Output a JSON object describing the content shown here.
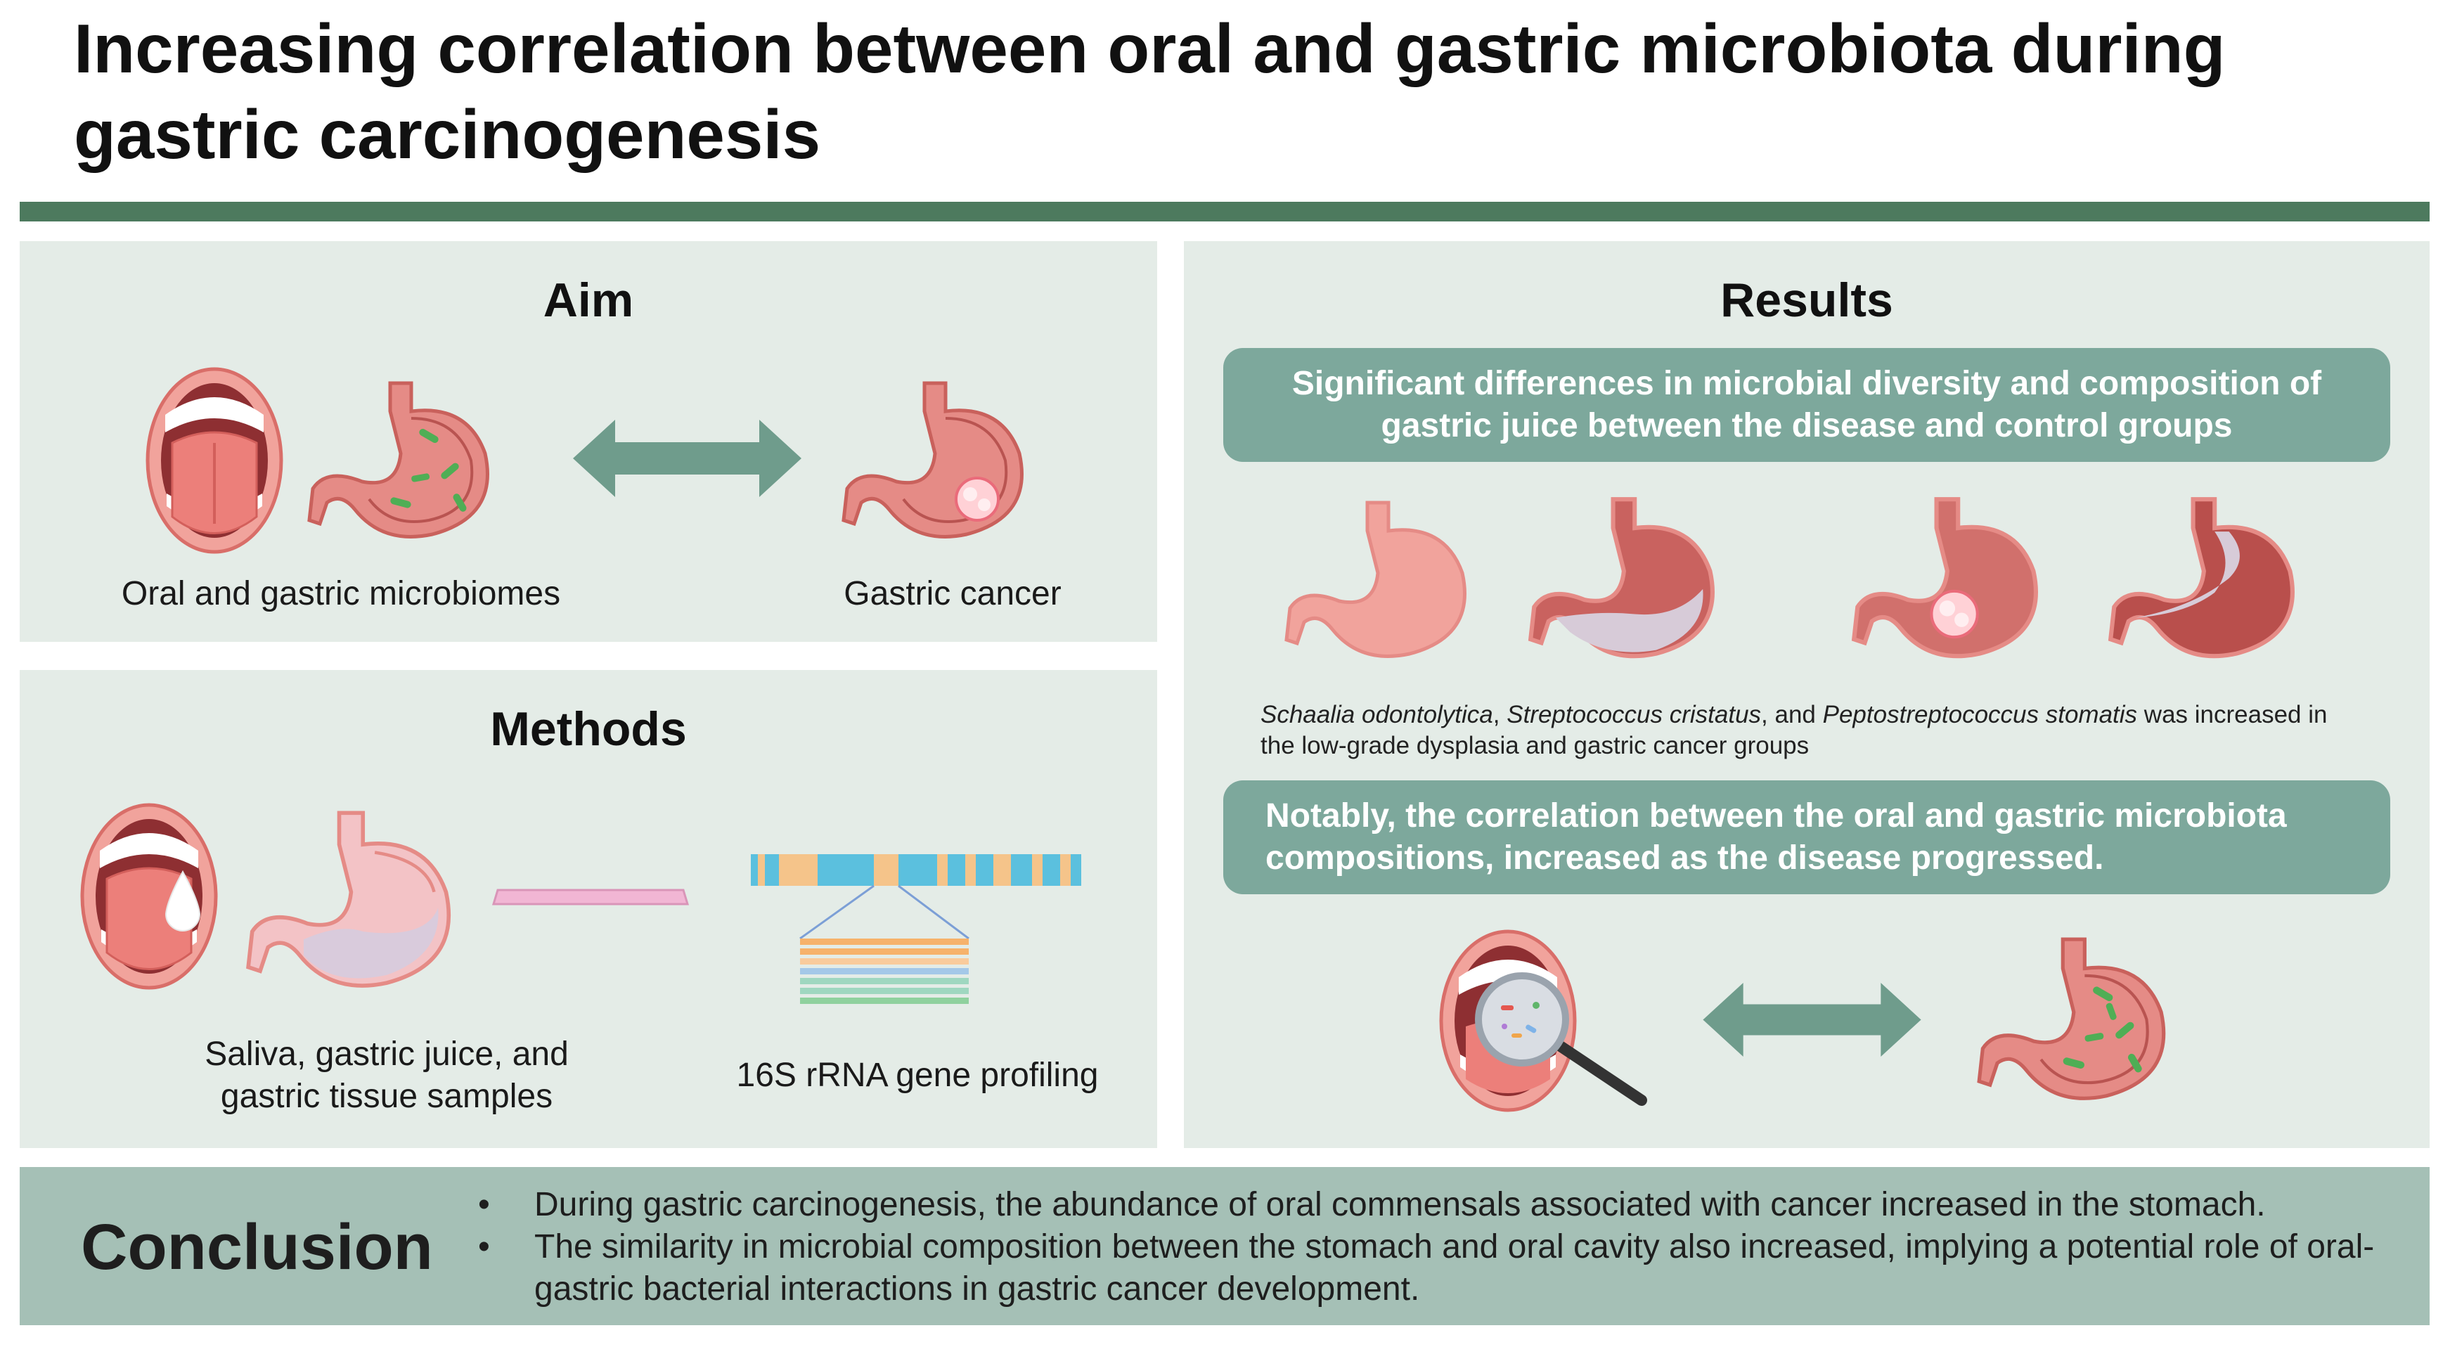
{
  "title": "Increasing correlation between oral and gastric microbiota during gastric carcinogenesis",
  "aim": {
    "heading": "Aim",
    "left_caption": "Oral and gastric microbiomes",
    "right_caption": "Gastric cancer"
  },
  "methods": {
    "heading": "Methods",
    "samples_caption_line1": "Saliva, gastric juice, and",
    "samples_caption_line2": "gastric tissue samples",
    "profiling_caption": "16S rRNA gene profiling"
  },
  "results": {
    "heading": "Results",
    "box1": "Significant differences in microbial diversity and composition of gastric juice between the disease and control groups",
    "species": {
      "sp1": "Schaalia odontolytica",
      "sep1": ", ",
      "sp2": "Streptococcus cristatus",
      "sep2": ", and ",
      "sp3": "Peptostreptococcus stomatis",
      "tail": " was increased in the low-grade dysplasia and gastric cancer groups"
    },
    "box2": "Notably, the correlation between the oral and gastric microbiota compositions, increased as the disease progressed."
  },
  "conclusion": {
    "heading": "Conclusion",
    "bullet_symbol": "•",
    "bullets": [
      "During gastric carcinogenesis, the abundance of oral commensals associated with cancer increased in the stomach.",
      "The similarity in microbial composition between the stomach and oral cavity also increased, implying a potential role of oral-gastric bacterial interactions in gastric cancer development."
    ]
  },
  "colors": {
    "accent_green": "#4d7a5e",
    "panel_bg": "#e4ece7",
    "pill_bg": "#7da89c",
    "arrow": "#6f9c8c",
    "conclusion_bg": "#a5c0b6",
    "stomach": "#e58b86",
    "mouth": "#e07a76"
  },
  "icons": [
    "mouth-icon",
    "stomach-icon",
    "double-arrow-icon",
    "tumor-icon",
    "water-drop-icon",
    "microscope-slide-icon",
    "gene-sequence-icon",
    "magnifier-icon",
    "bacteria-icon"
  ]
}
